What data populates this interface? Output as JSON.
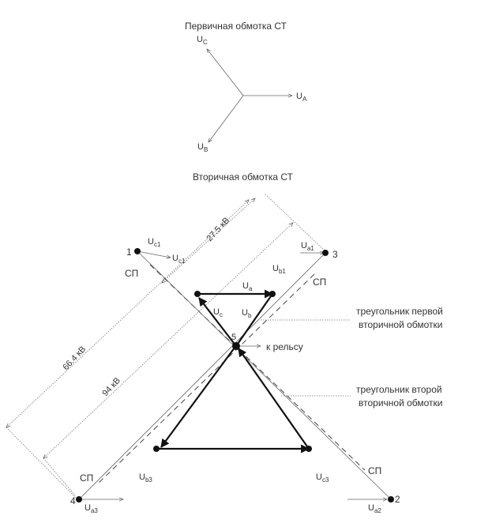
{
  "primary": {
    "title": "Первичная обмотка СТ",
    "uc": "U",
    "uc_sub": "C",
    "ua": "U",
    "ua_sub": "A",
    "ub": "U",
    "ub_sub": "B"
  },
  "secondary": {
    "title": "Вторичная обмотка СТ",
    "dim_27": "27.5 кВ",
    "dim_66": "66.4 кВ",
    "dim_94": "94 кВ",
    "n1": "1",
    "n2": "2",
    "n3": "3",
    "n4": "4",
    "n5": "5",
    "sp_left": "СП",
    "sp_right": "СП",
    "sp_bottom_left": "СП",
    "sp_bottom_right": "СП",
    "uc1_top": "U",
    "uc1_top_sub": "c1",
    "uc1": "U",
    "uc1_sub": "c1",
    "ua1": "U",
    "ua1_sub": "a1",
    "ub1": "U",
    "ub1_sub": "b1",
    "ua": "U",
    "ua_sub": "a",
    "uc": "U",
    "uc_sub": "c",
    "ub": "U",
    "ub_sub": "b",
    "ub3": "U",
    "ub3_sub": "b3",
    "ua3": "U",
    "ua3_sub": "a3",
    "uc3": "U",
    "uc3_sub": "c3",
    "ua2": "U",
    "ua2_sub": "a2",
    "rail": "к рельсу",
    "tri1_line1": "треугольник первой",
    "tri1_line2": "вторичной обмотки",
    "tri2_line1": "треугольник второй",
    "tri2_line2": "вторичной обмотки"
  }
}
